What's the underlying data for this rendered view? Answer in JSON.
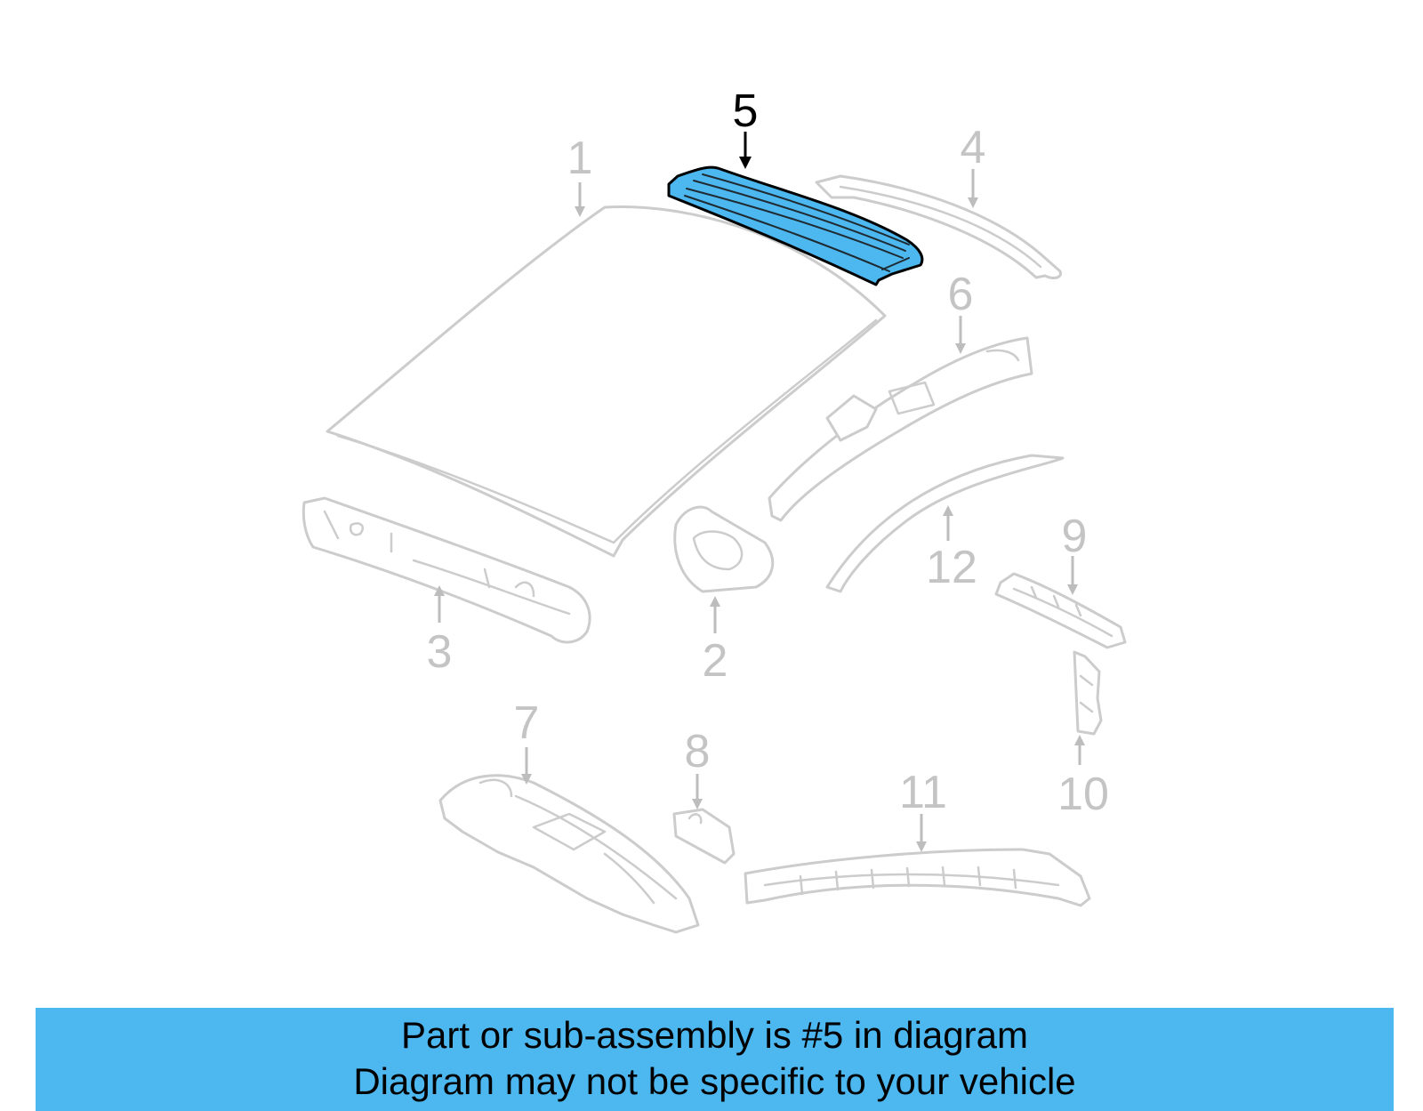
{
  "diagram": {
    "highlighted_part": "5",
    "callouts": {
      "c1": "1",
      "c2": "2",
      "c3": "3",
      "c4": "4",
      "c5": "5",
      "c6": "6",
      "c7": "7",
      "c8": "8",
      "c9": "9",
      "c10": "10",
      "c11": "11",
      "c12": "12"
    },
    "colors": {
      "highlight": "#4db8f0",
      "outline": "#cccccc",
      "banner": "#4db8f0"
    }
  },
  "banner": {
    "line1": "Part or sub-assembly is #5 in diagram",
    "line2": "Diagram may not be specific to your vehicle"
  }
}
